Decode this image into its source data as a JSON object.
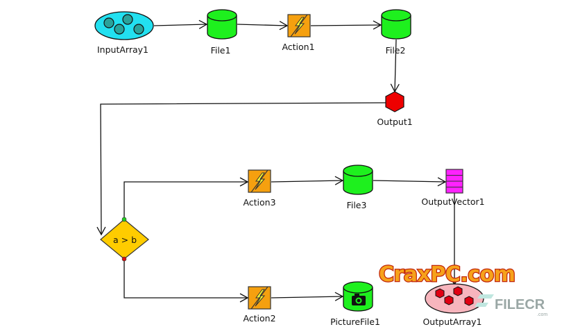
{
  "diagram": {
    "nodes": [
      {
        "id": "InputArray1",
        "label": "InputArray1",
        "type": "input-array"
      },
      {
        "id": "File1",
        "label": "File1",
        "type": "file"
      },
      {
        "id": "Action1",
        "label": "Action1",
        "type": "action"
      },
      {
        "id": "File2",
        "label": "File2",
        "type": "file"
      },
      {
        "id": "Output1",
        "label": "Output1",
        "type": "output"
      },
      {
        "id": "Decision1",
        "label": "a > b",
        "type": "decision"
      },
      {
        "id": "Action3",
        "label": "Action3",
        "type": "action"
      },
      {
        "id": "File3",
        "label": "File3",
        "type": "file"
      },
      {
        "id": "OutputVector1",
        "label": "OutputVector1",
        "type": "output-vector"
      },
      {
        "id": "Action2",
        "label": "Action2",
        "type": "action"
      },
      {
        "id": "PictureFile1",
        "label": "PictureFile1",
        "type": "picture-file"
      },
      {
        "id": "OutputArray1",
        "label": "OutputArray1",
        "type": "output-array"
      }
    ],
    "edges": [
      {
        "from": "InputArray1",
        "to": "File1"
      },
      {
        "from": "File1",
        "to": "Action1"
      },
      {
        "from": "Action1",
        "to": "File2"
      },
      {
        "from": "File2",
        "to": "Output1"
      },
      {
        "from": "Output1",
        "to": "Decision1"
      },
      {
        "from": "Decision1",
        "to": "Action3",
        "port": "true"
      },
      {
        "from": "Action3",
        "to": "File3"
      },
      {
        "from": "File3",
        "to": "OutputVector1"
      },
      {
        "from": "OutputVector1",
        "to": "OutputArray1"
      },
      {
        "from": "Decision1",
        "to": "Action2",
        "port": "false"
      },
      {
        "from": "Action2",
        "to": "PictureFile1"
      }
    ]
  },
  "colors": {
    "input_array": "#22e0f0",
    "input_array_dot": "#2aa29a",
    "file": "#1ef01e",
    "action": "#f5a00f",
    "lightning": "#ffff33",
    "output": "#ee0000",
    "decision": "#ffcc00",
    "output_vector": "#ff22ff",
    "output_array": "#f7b5bd",
    "output_array_dot": "#e00012",
    "port_true": "#22cc22",
    "port_false": "#dd1111"
  },
  "watermarks": {
    "primary": "CraxPC.com",
    "secondary": "FILECR",
    "secondary_sub": ".com"
  }
}
